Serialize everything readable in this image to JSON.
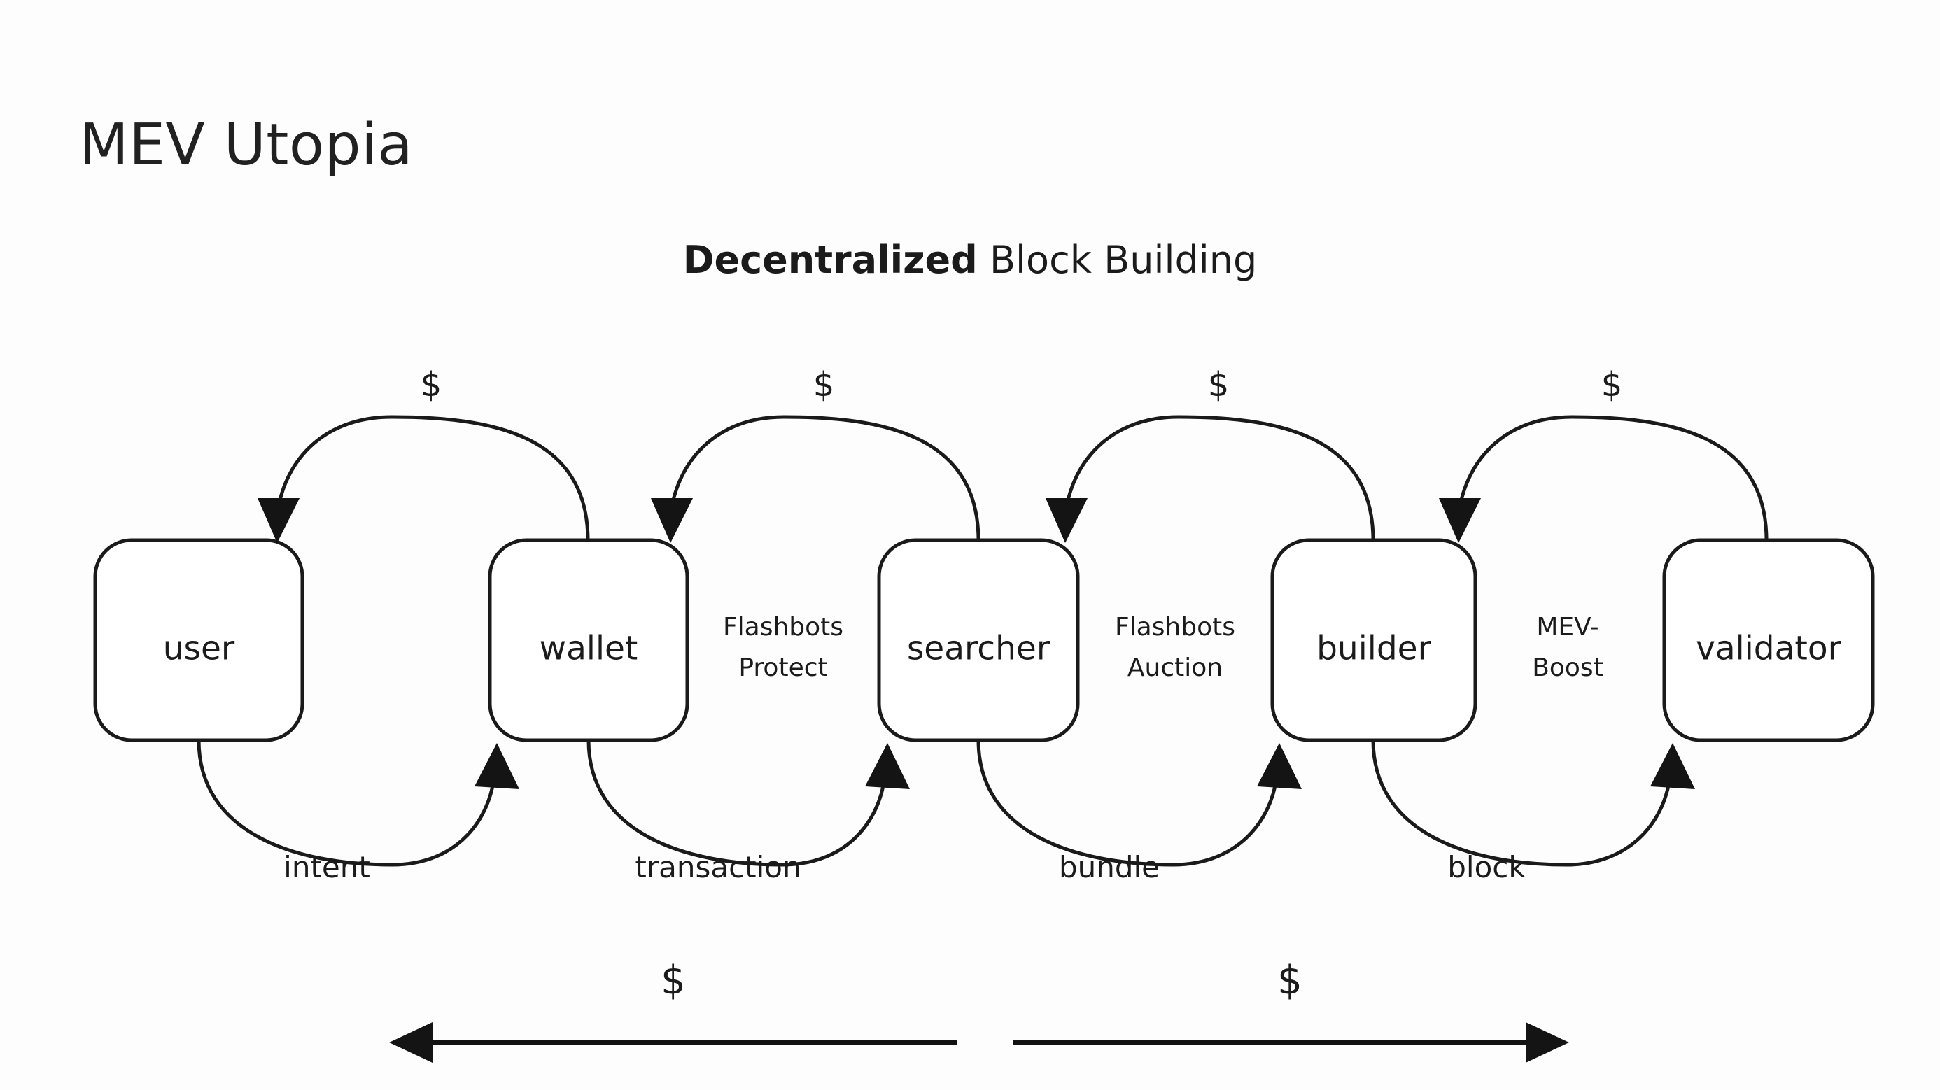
{
  "slide": {
    "title": "MEV Utopia",
    "background_color": "#fdfdfd",
    "ink_color": "#1a1a1a"
  },
  "diagram": {
    "heading_bold": "Decentralized",
    "heading_regular": " Block Building",
    "nodes": [
      {
        "id": "user",
        "label": "user"
      },
      {
        "id": "wallet",
        "label": "wallet"
      },
      {
        "id": "searcher",
        "label": "searcher"
      },
      {
        "id": "builder",
        "label": "builder"
      },
      {
        "id": "validator",
        "label": "validator"
      }
    ],
    "gap_labels": [
      {
        "id": "flashbots-protect",
        "line1": "Flashbots",
        "line2": "Protect"
      },
      {
        "id": "flashbots-auction",
        "line1": "Flashbots",
        "line2": "Auction"
      },
      {
        "id": "mev-boost",
        "line1": "MEV-",
        "line2": "Boost"
      }
    ],
    "forward_flow_labels": [
      {
        "id": "intent",
        "label": "intent"
      },
      {
        "id": "transaction",
        "label": "transaction"
      },
      {
        "id": "bundle",
        "label": "bundle"
      },
      {
        "id": "block",
        "label": "block"
      }
    ],
    "payment_labels": [
      {
        "id": "payment-wallet-to-user",
        "label": "$"
      },
      {
        "id": "payment-searcher-to-wallet",
        "label": "$"
      },
      {
        "id": "payment-builder-to-searcher",
        "label": "$"
      },
      {
        "id": "payment-validator-to-builder",
        "label": "$"
      }
    ],
    "summary_flows": [
      {
        "id": "value-flow-left",
        "label": "$",
        "direction": "left"
      },
      {
        "id": "value-flow-right",
        "label": "$",
        "direction": "right"
      }
    ]
  }
}
